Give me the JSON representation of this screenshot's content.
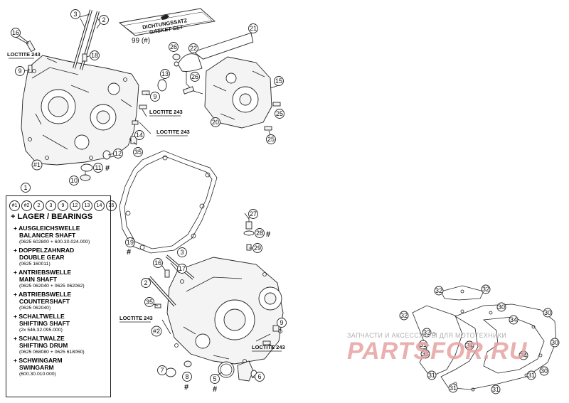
{
  "gasket_set": {
    "title_de": "DICHTUNGSSATZ",
    "title_en": "GASKET SET",
    "ref": "99 (#)"
  },
  "loctite": "LOCTITE 243",
  "hash": "#",
  "parts_box": {
    "refs": [
      "#1",
      "#2",
      "2",
      "3",
      "9",
      "12",
      "13",
      "14",
      "35"
    ],
    "title": "LAGER / BEARINGS",
    "items": [
      {
        "de": "AUSGLEICHSWELLE",
        "en": "BALANCER SHAFT",
        "pn": "(0625 602800 + 600.30.024.000)"
      },
      {
        "de": "DOPPELZAHNRAD",
        "en": "DOUBLE GEAR",
        "pn": "(0625 160011)"
      },
      {
        "de": "ANTRIEBSWELLE",
        "en": "MAIN SHAFT",
        "pn": "(0625 062040 + 0625 062062)"
      },
      {
        "de": "ABTRIEBSWELLE",
        "en": "COUNTERSHAFT",
        "pn": "(0625 062040)"
      },
      {
        "de": "SCHALTWELLE",
        "en": "SHIFTING SHAFT",
        "pn": "(2x  546.32.095.000)"
      },
      {
        "de": "SCHALTWALZE",
        "en": "SHIFTING DRUM",
        "pn": "(0625 068080 + 0625 618050)"
      },
      {
        "de": "SCHWINGARM",
        "en": "SWINGARM",
        "pn": "(600.30.010.000)"
      }
    ]
  },
  "callouts": {
    "c1": "1",
    "c2": "2",
    "c3": "3",
    "c5": "5",
    "c6": "6",
    "c7": "7",
    "c8": "8",
    "c9": "9",
    "c10": "10",
    "c11": "11",
    "c12": "12",
    "c13": "13",
    "c14": "14",
    "c15": "15",
    "c16": "16",
    "c17": "17",
    "c18": "18",
    "c19": "19",
    "c20": "20",
    "c21": "21",
    "c22": "22",
    "c25": "25",
    "c26": "26",
    "c27": "27",
    "c28": "28",
    "c29": "29",
    "c30": "30",
    "c31": "31",
    "c32": "32",
    "c33": "33",
    "c34": "34",
    "c35": "35",
    "m1": "#1",
    "m2": "#2"
  },
  "watermark": {
    "tagline": "ЗАПЧАСТИ И АКСЕССУАРЫ ДЛЯ МОТОТЕХНИКИ",
    "brand": "PARTSFOR.RU"
  },
  "colors": {
    "line": "#222222",
    "watermark_brand": "#e7a3a3",
    "watermark_tag": "#b0b0b0"
  }
}
